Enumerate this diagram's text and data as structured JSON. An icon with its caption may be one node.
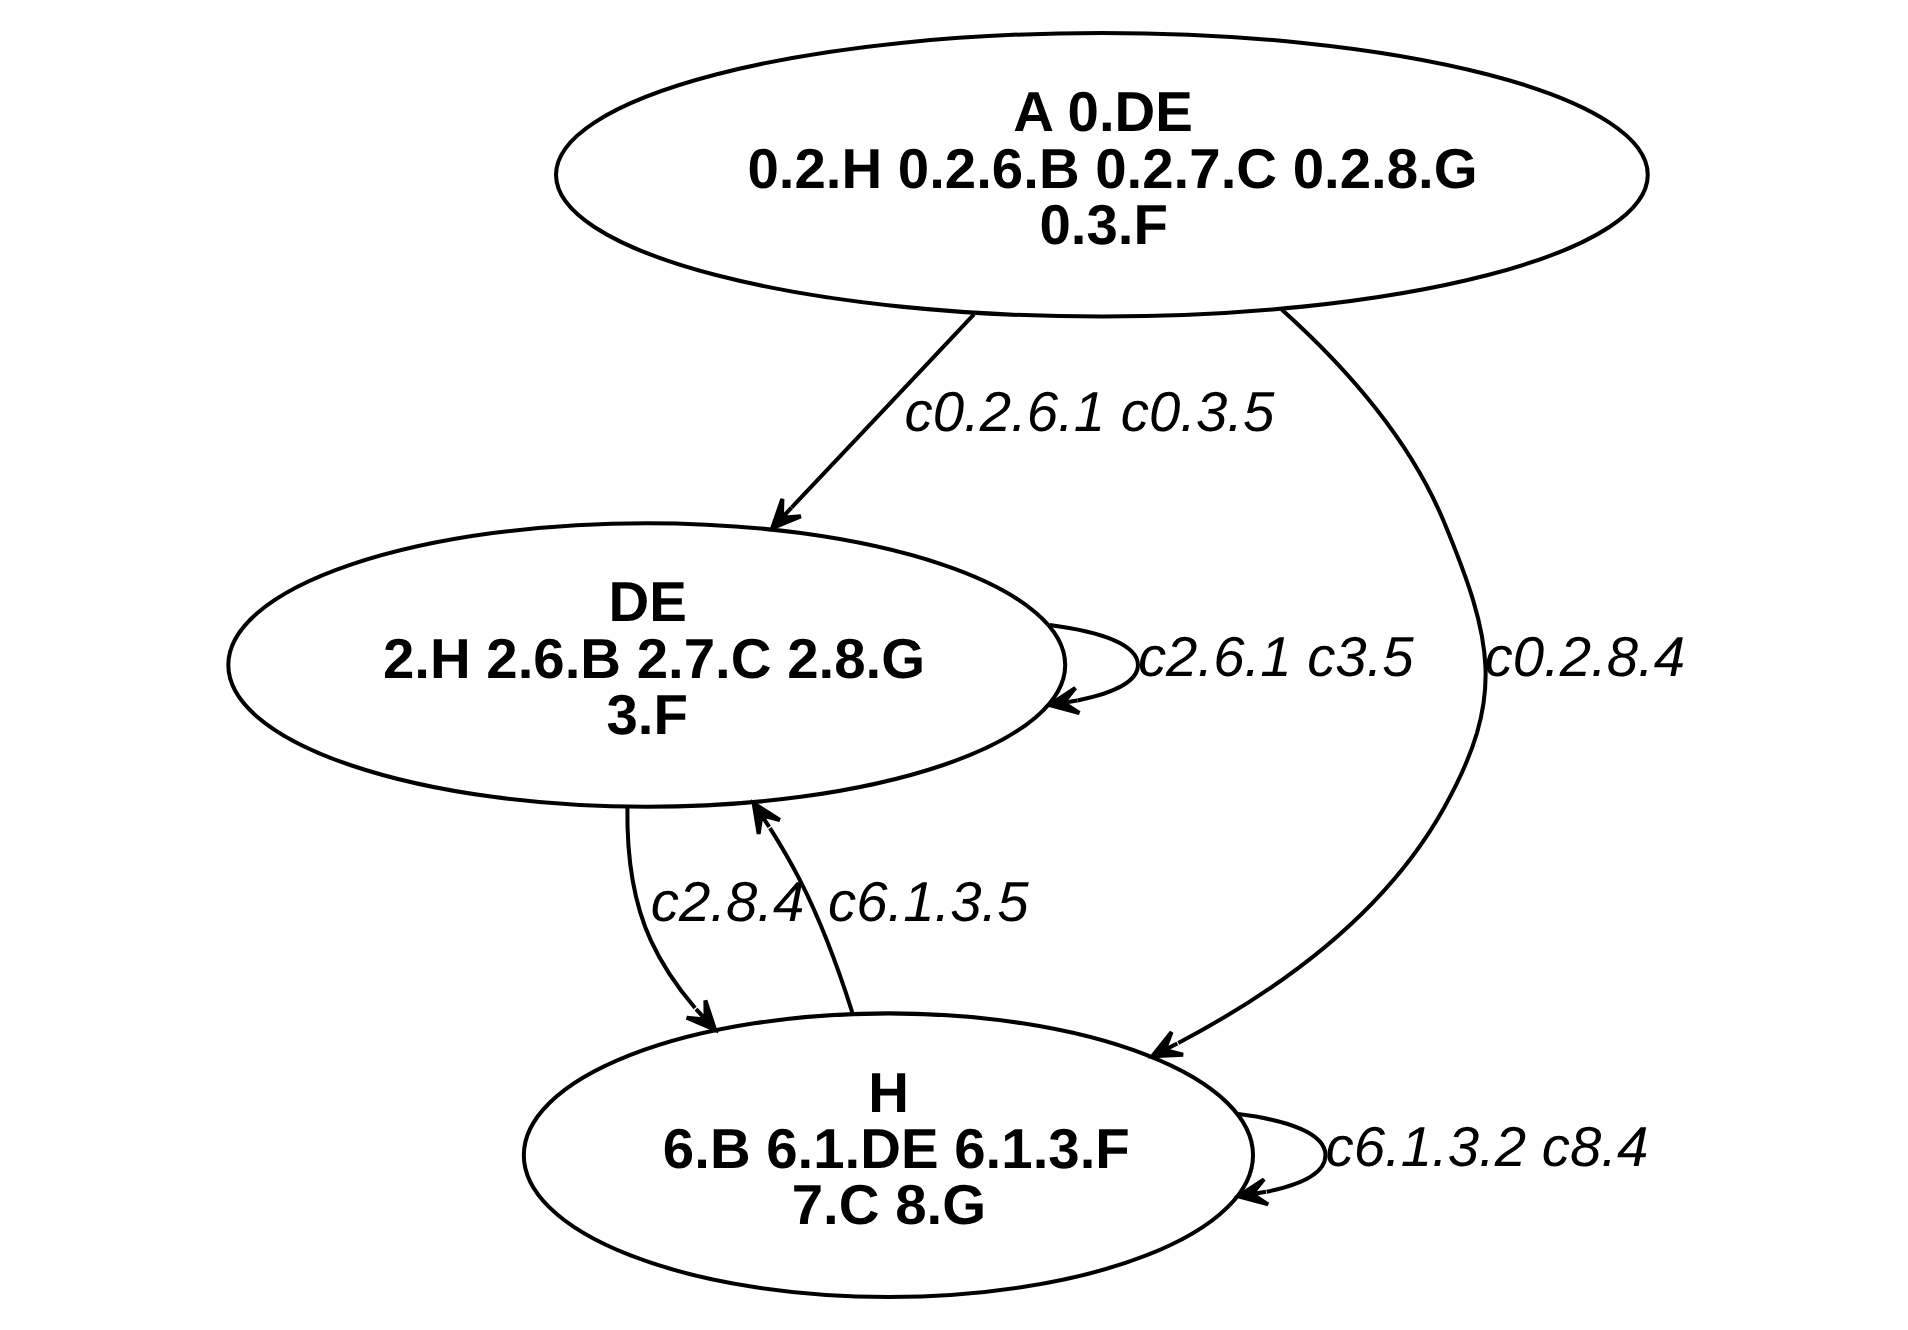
{
  "diagram": {
    "nodes": [
      {
        "text": [
          "A 0.DE",
          "0.2.H 0.2.6.B 0.2.7.C 0.2.8.G",
          "0.3.F"
        ]
      },
      {
        "text": [
          "DE",
          "2.H 2.6.B 2.7.C 2.8.G",
          "3.F"
        ]
      },
      {
        "text": [
          "H",
          "6.B 6.1.DE 6.1.3.F",
          "7.C 8.G"
        ]
      }
    ],
    "edges": [
      {
        "from": 0,
        "to": 1,
        "arrow": "to",
        "label": "c0.2.6.1 c0.3.5"
      },
      {
        "from": 0,
        "to": 2,
        "arrow": "to",
        "label": "c0.2.8.4"
      },
      {
        "from": 1,
        "to": 1,
        "arrow": "to",
        "label": "c2.6.1 c3.5"
      },
      {
        "from": 1,
        "to": 2,
        "arrow": "to",
        "label": "c2.8.4"
      },
      {
        "from": 2,
        "to": 1,
        "arrow": "to",
        "label": "c6.1.3.5"
      },
      {
        "from": 2,
        "to": 2,
        "arrow": "to",
        "label": "c6.1.3.2 c8.4"
      }
    ]
  }
}
